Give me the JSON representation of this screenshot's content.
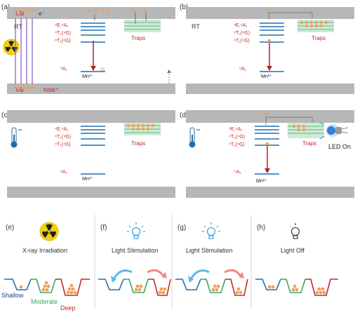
{
  "colors": {
    "band_gray": "#b7b7b7",
    "level_blue": "#1f6fb0",
    "red_text": "#c0282d",
    "arrow_red": "#b3202a",
    "trap_green": "#cdebd5",
    "trap_line": "#3aa66b",
    "electron": "#f2a05a",
    "x_purple": "#8b63c8",
    "shallow_blue": "#1f6fb0",
    "moderate_green": "#3aa660",
    "deep_red": "#c0282d",
    "arrow_blue": "#5bbbe6",
    "arrow_pink": "#ef8a8a",
    "light_icon_blue": "#3aa3d6"
  },
  "icons": {
    "radiation": "radiation-icon",
    "thermometer": "thermometer-icon",
    "led": "led-icon",
    "lightbulb_on": "lightbulb-on-icon",
    "lightbulb_off": "lightbulb-off-icon"
  },
  "panels": {
    "a": {
      "tag": "(a)",
      "rt": "RT",
      "cb": "CB",
      "electron": "e⁻",
      "vb": "VB",
      "hole": "hole⁺"
    },
    "b": {
      "tag": "(b)",
      "rt": "RT"
    },
    "c": {
      "tag": "(c)"
    },
    "d": {
      "tag": "(d)",
      "led_text": "LED On"
    }
  },
  "levels": {
    "e_a1": "⁴E,⁴A₁",
    "t2": "⁴T₂(⁴G)",
    "t1": "⁴T₁(⁴G)",
    "a1": "⁶A₁",
    "mn": "Mn²⁺",
    "traps": "Traps"
  },
  "bottom": {
    "e": {
      "tag": "(e)",
      "label": "X-ray Irradiation"
    },
    "f": {
      "tag": "(f)",
      "label": "Light Stimulation"
    },
    "g": {
      "tag": "(g)",
      "label": "Light Stimulation"
    },
    "h": {
      "tag": "(h)",
      "label": "Light Off"
    },
    "trap_labels": {
      "shallow": "Shallow",
      "moderate": "Moderate",
      "deep": "Deep"
    }
  }
}
